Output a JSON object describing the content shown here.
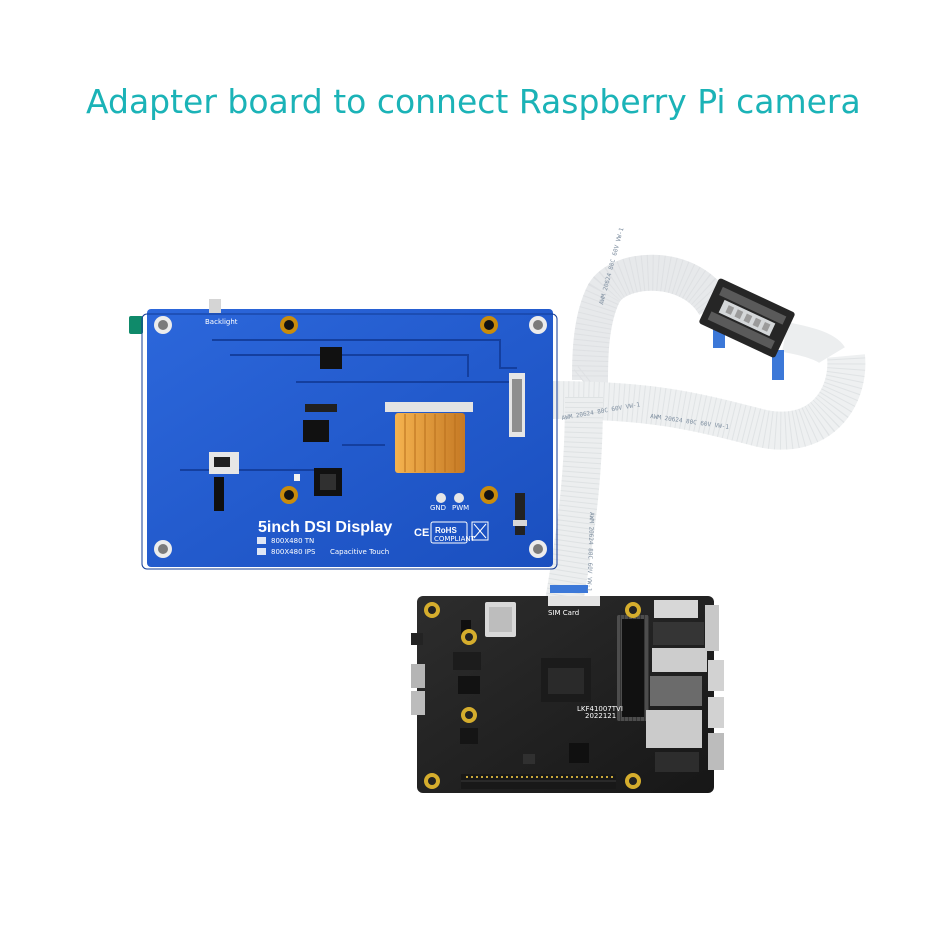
{
  "headline": "Adapter board to connect Raspberry Pi camera",
  "display_board": {
    "title": "5inch DSI Display",
    "options": [
      "800X480 TN",
      "800X480 IPS"
    ],
    "touch_label": "Capacitive Touch",
    "switch_label": "Backlight",
    "pads": [
      "GND",
      "PWM"
    ],
    "cert_marks": [
      "CE",
      "RoHS",
      "COMPLIANT"
    ],
    "colors": {
      "board": "#1f56c8",
      "title_text": "#ffffff",
      "ribbon": "#d9a041"
    }
  },
  "main_board": {
    "labels": [
      "SIM Card",
      "LKF41007TVI",
      "2022121"
    ],
    "colors": {
      "board": "#262626",
      "mount_holes": "#d8b53a",
      "slot": "#cfcfcf"
    }
  },
  "cable": {
    "print_text": [
      "AWM 20624 80C 60V VW-1"
    ],
    "colors": {
      "cable": "#e8eaeb",
      "stripe": "#3c78d8"
    }
  },
  "accent_color": "#1bb3b7"
}
